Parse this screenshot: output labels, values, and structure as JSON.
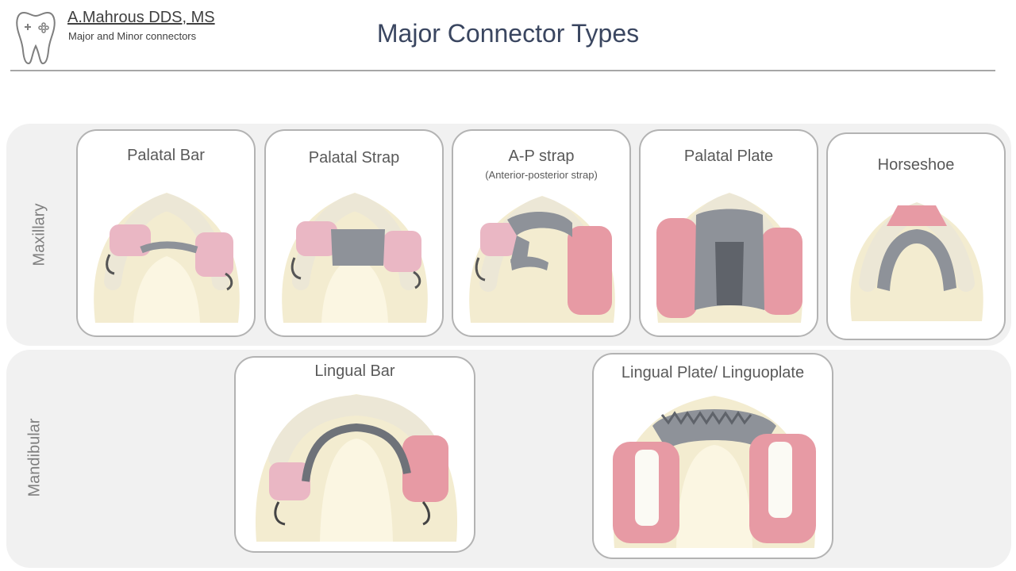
{
  "header": {
    "author": "A.Mahrous DDS, MS",
    "subtitle": "Major and Minor connectors",
    "title": "Major Connector Types",
    "logo_icon": "tooth-gamepad-icon"
  },
  "rows": {
    "maxillary_label": "Maxillary",
    "mandibular_label": "Mandibular"
  },
  "cards": {
    "palatal_bar": {
      "label": "Palatal Bar"
    },
    "palatal_strap": {
      "label": "Palatal Strap"
    },
    "ap_strap": {
      "label": "A-P strap",
      "note": "(Anterior-posterior strap)"
    },
    "palatal_plate": {
      "label": "Palatal Plate"
    },
    "horseshoe": {
      "label": "Horseshoe"
    },
    "lingual_bar": {
      "label": "Lingual Bar"
    },
    "lingual_plate": {
      "label": "Lingual Plate/ Linguoplate"
    }
  },
  "colors": {
    "title": "#3a4660",
    "band": "#f1f1f1",
    "card_border": "#b3b3b3",
    "model_base": "#f3ecd0",
    "tooth": "#fbfaf4",
    "gum_pink": "#e79aa4",
    "metal": "#8e9299"
  }
}
